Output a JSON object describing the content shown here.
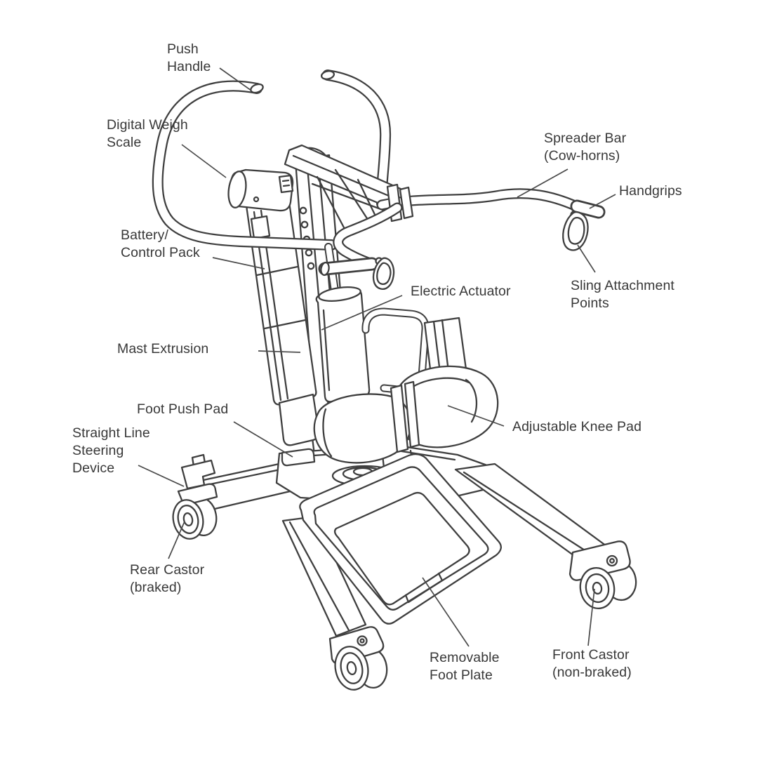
{
  "colors": {
    "line": "#3f3f3f",
    "text": "#383838",
    "background": "#ffffff"
  },
  "diagram": {
    "subject": "standing patient lift line drawing",
    "labels": [
      {
        "id": "push-handle",
        "lines": [
          "Push",
          "Handle"
        ]
      },
      {
        "id": "digital-weigh-scale",
        "lines": [
          "Digital Weigh",
          "Scale"
        ]
      },
      {
        "id": "battery-control-pack",
        "lines": [
          "Battery/",
          "Control Pack"
        ]
      },
      {
        "id": "mast-extrusion",
        "lines": [
          "Mast Extrusion"
        ]
      },
      {
        "id": "foot-push-pad",
        "lines": [
          "Foot Push Pad"
        ]
      },
      {
        "id": "straight-line-steering-device",
        "lines": [
          "Straight Line",
          "Steering",
          "Device"
        ]
      },
      {
        "id": "rear-castor-braked",
        "lines": [
          "Rear Castor",
          "(braked)"
        ]
      },
      {
        "id": "spreader-bar-cow-horns",
        "lines": [
          "Spreader Bar",
          "(Cow-horns)"
        ]
      },
      {
        "id": "handgrips",
        "lines": [
          "Handgrips"
        ]
      },
      {
        "id": "sling-attachment-points",
        "lines": [
          "Sling Attachment",
          "Points"
        ]
      },
      {
        "id": "electric-actuator",
        "lines": [
          "Electric Actuator"
        ]
      },
      {
        "id": "adjustable-knee-pad",
        "lines": [
          "Adjustable Knee Pad"
        ]
      },
      {
        "id": "removable-foot-plate",
        "lines": [
          "Removable",
          "Foot Plate"
        ]
      },
      {
        "id": "front-castor-non-braked",
        "lines": [
          "Front Castor",
          "(non-braked)"
        ]
      }
    ]
  }
}
